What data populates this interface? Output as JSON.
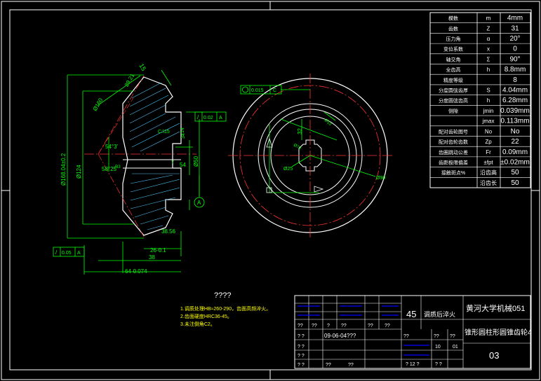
{
  "drawing": {
    "background": "#000000",
    "line_color": "#ffffff",
    "dim_color": "#00ff00",
    "center_color": "#ff0000",
    "table_accent": "#0000ff"
  },
  "section_view": {
    "dims": {
      "face_width": "15",
      "angle_top": "29.21",
      "slant": "Ø160",
      "root_angle": "54°3'",
      "face_angle": "58°25'",
      "hub_dim": "R3",
      "od": "Ø168.04±0.2",
      "pitch_d": "Ø124",
      "bore_d": "Ø50",
      "keyway": "54",
      "small": "34",
      "bottom_dim": "38.56",
      "dim_26": "26-0.1",
      "dim_38": "38",
      "dim_64": "64-0.074",
      "small_7": "7",
      "thread": "C:\\15",
      "dim_14": "14"
    },
    "tolerance_frames": [
      {
        "sym": "/",
        "val": "0.02",
        "ref": "A"
      },
      {
        "sym": "/",
        "val": "0.05",
        "ref": "A"
      }
    ],
    "datum": "A"
  },
  "front_view": {
    "dims": {
      "callout_val": "0.015",
      "callout_ref": "C",
      "d32": "32",
      "d25": "Ø25",
      "d90": "Ø90",
      "d70": "Ø70",
      "d13": "Ø13"
    }
  },
  "notes": {
    "heading": "????",
    "lines": [
      "1.调质处理HB≈260-290，齿面高频淬火。",
      "2.齿面硬度HRC36-45。",
      "3.未注倒角C2。"
    ]
  },
  "param_table": {
    "rows": [
      {
        "name": "模数",
        "sym": "m",
        "val": "4mm"
      },
      {
        "name": "齿数",
        "sym": "Z",
        "val": "31"
      },
      {
        "name": "压力角",
        "sym": "α",
        "val": "20°"
      },
      {
        "name": "变位系数",
        "sym": "x",
        "val": "0"
      },
      {
        "name": "轴交角",
        "sym": "Σ",
        "val": "90°"
      },
      {
        "name": "全齿高",
        "sym": "h",
        "val": "8.8mm"
      },
      {
        "name": "精度等级",
        "sym": "",
        "val": "8"
      },
      {
        "name": "分度圆弦齿厚",
        "sym": "S",
        "val": "4.04mm"
      },
      {
        "name": "分度圆弦齿高",
        "sym": "h",
        "val": "6.28mm"
      },
      {
        "name": "侧隙",
        "sym": "jmin",
        "val": "0.039mm"
      },
      {
        "name": "",
        "sym": "jmax",
        "val": "0.113mm"
      },
      {
        "name": "配对齿轮图号",
        "sym": "No",
        "val": "No"
      },
      {
        "name": "配对齿轮齿数",
        "sym": "Zp",
        "val": "22"
      },
      {
        "name": "齿圈跳动公差",
        "sym": "Fr",
        "val": "0.09mm"
      },
      {
        "name": "齿距极限偏差",
        "sym": "±fpt",
        "val": "±0.02mm"
      },
      {
        "name": "接触斑点%",
        "sym": "沿齿高",
        "val": "50"
      },
      {
        "name": "",
        "sym": "沿齿长",
        "val": "50"
      }
    ]
  },
  "title_block": {
    "material": "45",
    "treatment": "调质后淬火",
    "school": "黄河大学机械051",
    "part_name": "锥形圆柱形圆锥齿轮4",
    "drawing_no": "03",
    "date": "09-06-04???",
    "marks_row1": [
      "??",
      "??",
      "?",
      "??",
      "??",
      "??"
    ],
    "marks_row2": [
      "??",
      "??",
      "?",
      "??",
      "??",
      "??"
    ],
    "marks_row3": [
      "? ?"
    ],
    "marks_row4": [
      "? ?",
      "? ?"
    ],
    "marks_row5": [
      "? ?",
      "??",
      "??",
      "??"
    ],
    "scale_labels": [
      "??",
      "??",
      "??"
    ],
    "qty": "10",
    "weight": "01",
    "sheets_a": "? 12 ?",
    "sheets_b": "? ?"
  }
}
